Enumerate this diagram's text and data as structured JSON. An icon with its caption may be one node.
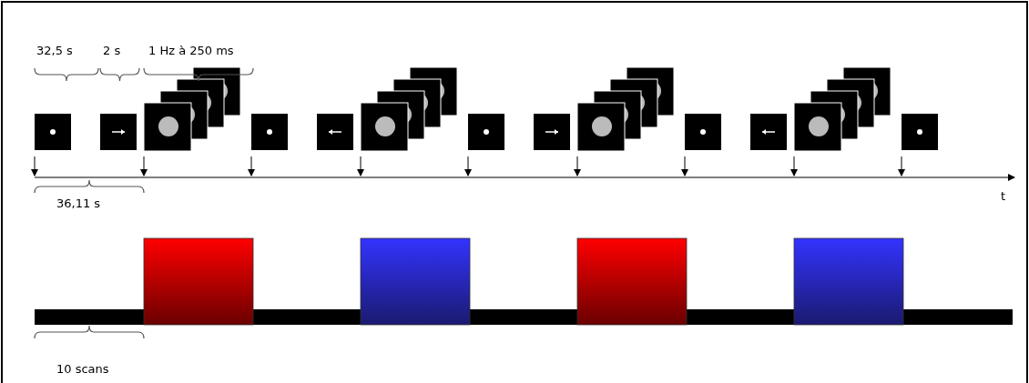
{
  "diagram": {
    "labels": [
      "32,5 s",
      "2 s",
      "1 Hz à 250 ms",
      "36,11 s",
      "t",
      "10 scans"
    ]
  }
}
